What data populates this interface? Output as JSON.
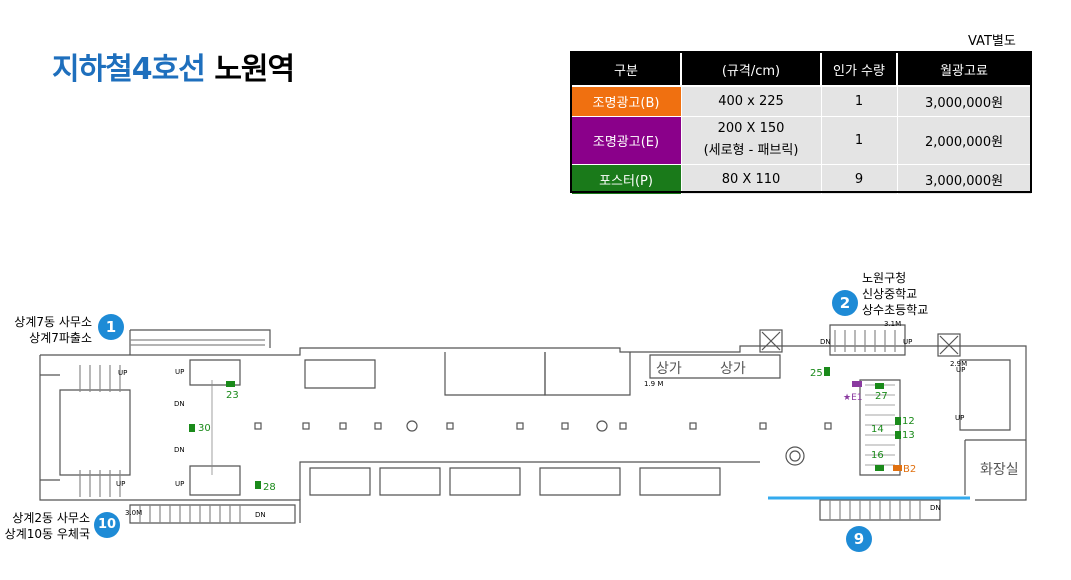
{
  "title": {
    "line": "지하철4호선",
    "station": "노원역"
  },
  "vat_note": "VAT별도",
  "table": {
    "headers": [
      "구분",
      "(규격/cm)",
      "인가 수량",
      "월광고료"
    ],
    "rows": [
      {
        "type": "조명광고(B)",
        "color": "#f07010",
        "size": "400 x 225",
        "size2": "",
        "qty": "1",
        "fee": "3,000,000원"
      },
      {
        "type": "조명광고(E)",
        "color": "#8a008a",
        "size": "200 X 150",
        "size2": "(세로형 - 패브릭)",
        "qty": "1",
        "fee": "2,000,000원"
      },
      {
        "type": "포스터(P)",
        "color": "#1a7a1a",
        "size": "80 X 110",
        "size2": "",
        "qty": "9",
        "fee": "3,000,000원"
      }
    ]
  },
  "exits": {
    "e1": {
      "num": "1",
      "label1": "상계7동 사무소",
      "label2": "상계7파출소"
    },
    "e2": {
      "num": "2",
      "label1": "노원구청",
      "label2": "신상중학교",
      "label3": "상수초등학교"
    },
    "e10": {
      "num": "10",
      "label1": "상계2동 사무소",
      "label2": "상계10동 우체국"
    },
    "e9": {
      "num": "9"
    }
  },
  "map": {
    "zones": [
      "상가",
      "상가",
      "화장실"
    ],
    "dims": [
      "3.1M",
      "1.9 M",
      "2.9M",
      "3.0M"
    ],
    "stairs": [
      "UP",
      "DN"
    ],
    "posters": [
      "23",
      "30",
      "28",
      "25",
      "27",
      "12",
      "13",
      "14",
      "16"
    ],
    "lights": [
      "★E1",
      "B2"
    ]
  },
  "colors": {
    "accent": "#1e6fbd",
    "poster": "#1a8a1a",
    "illum_b": "#e07010",
    "illum_e": "#8a3aa0",
    "platform": "#33aaee"
  }
}
